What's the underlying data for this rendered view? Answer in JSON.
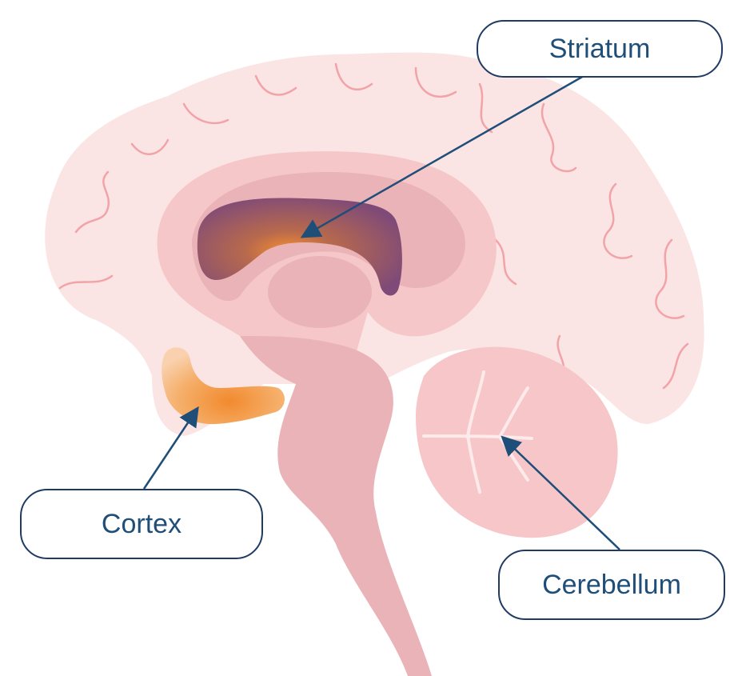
{
  "labels": {
    "striatum": "Striatum",
    "cortex": "Cortex",
    "cerebellum": "Cerebellum"
  },
  "colors": {
    "brain_outer": "#fbe4e4",
    "brain_inner": "#f5c7c9",
    "deep_structure": "#eab3b8",
    "striatum_core": "#f08a2c",
    "striatum_edge": "#7a4a78",
    "cortex_highlight": "#f29a4a",
    "arrow": "#1f4e79",
    "sulci": "#f1a3a8",
    "label_border": "#1f3b63"
  }
}
